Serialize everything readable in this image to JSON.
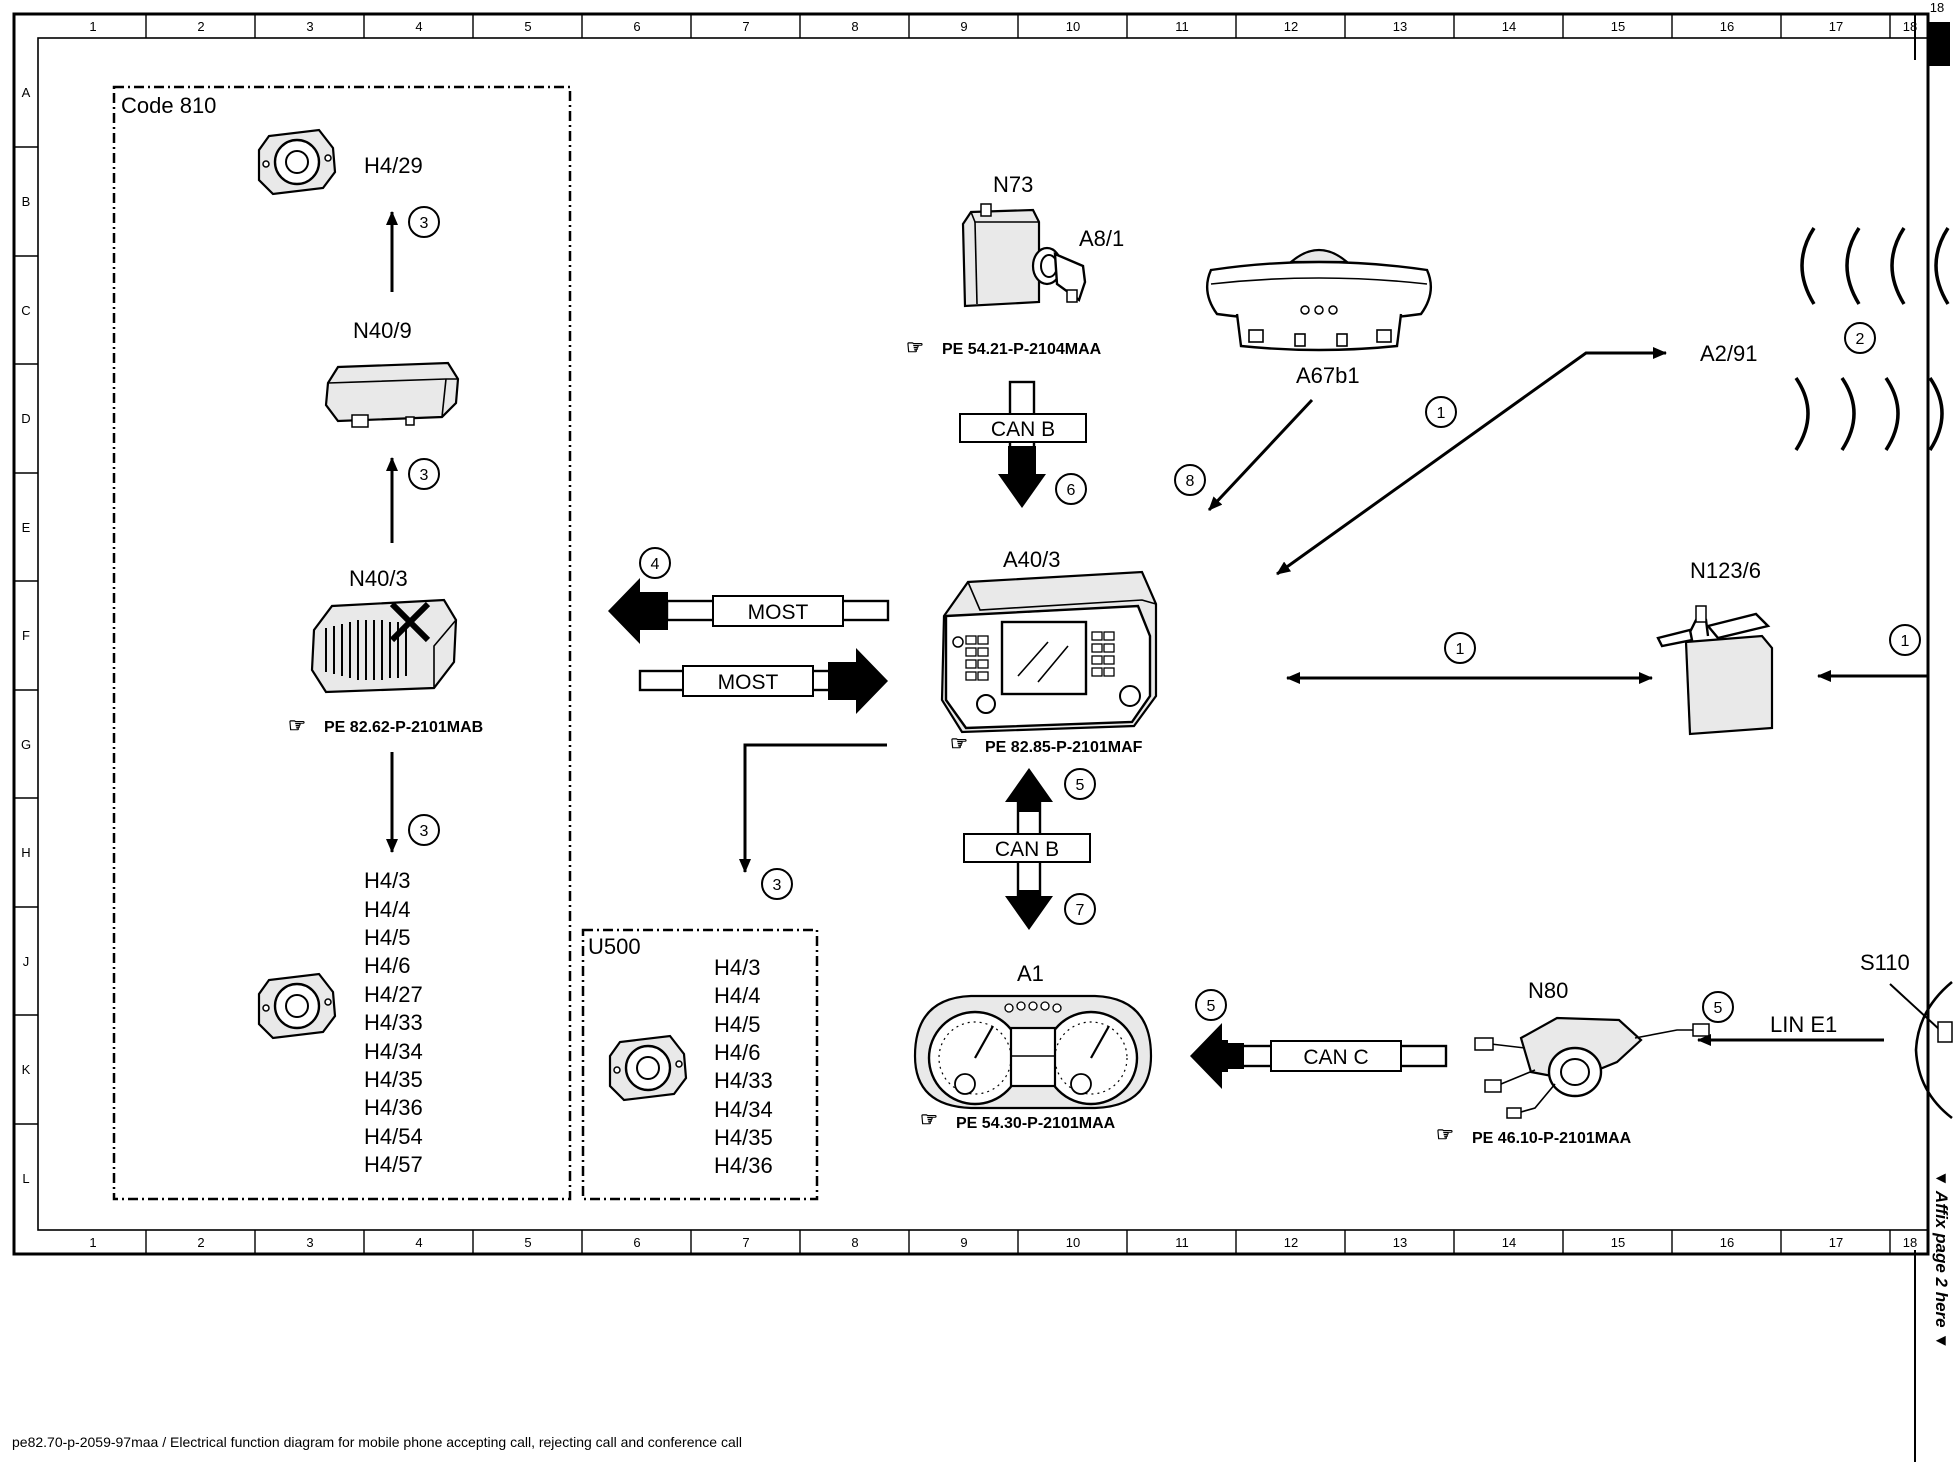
{
  "ruler": {
    "columns": [
      "1",
      "2",
      "3",
      "4",
      "5",
      "6",
      "7",
      "8",
      "9",
      "10",
      "11",
      "12",
      "13",
      "14",
      "15",
      "16",
      "17",
      "18"
    ],
    "rows": [
      "A",
      "B",
      "C",
      "D",
      "E",
      "F",
      "G",
      "H",
      "J",
      "K",
      "L"
    ]
  },
  "groups": {
    "code810": "Code 810",
    "u500": "U500"
  },
  "components": {
    "h4_29": "H4/29",
    "n40_9": "N40/9",
    "n40_3": "N40/3",
    "n40_3_ref": "PE 82.62-P-2101MAB",
    "code810_speakers": [
      "H4/3",
      "H4/4",
      "H4/5",
      "H4/6",
      "H4/27",
      "H4/33",
      "H4/34",
      "H4/35",
      "H4/36",
      "H4/54",
      "H4/57"
    ],
    "u500_speakers": [
      "H4/3",
      "H4/4",
      "H4/5",
      "H4/6",
      "H4/33",
      "H4/34",
      "H4/35",
      "H4/36"
    ],
    "n73": "N73",
    "a8_1": "A8/1",
    "n73_ref": "PE 54.21-P-2104MAA",
    "a67b1": "A67b1",
    "a2_91": "A2/91",
    "a40_3": "A40/3",
    "a40_3_ref": "PE 82.85-P-2101MAF",
    "n123_6": "N123/6",
    "a1": "A1",
    "a1_ref": "PE 54.30-P-2101MAA",
    "n80": "N80",
    "n80_ref": "PE 46.10-P-2101MAA",
    "s110": "S110"
  },
  "buses": {
    "can_b_top": "CAN B",
    "can_b_bottom": "CAN B",
    "most_out": "MOST",
    "most_in": "MOST",
    "can_c": "CAN C",
    "lin_e1": "LIN E1"
  },
  "markers": {
    "h4_29_up": "3",
    "n40_9_up": "3",
    "n40_3_down": "3",
    "to_u500": "3",
    "most_out": "4",
    "can_b_top": "6",
    "a67b1": "8",
    "a2_91": "1",
    "antenna": "2",
    "n123_6_link": "1",
    "n123_6_in": "1",
    "can_b_up": "5",
    "can_b_down": "7",
    "can_c": "5",
    "lin_e1": "5"
  },
  "page_marker": "18",
  "affix_note": "▼ Affix page 2 here ▼",
  "caption": "pe82.70-p-2059-97maa / Electrical function diagram for mobile phone accepting call, rejecting call and conference call"
}
